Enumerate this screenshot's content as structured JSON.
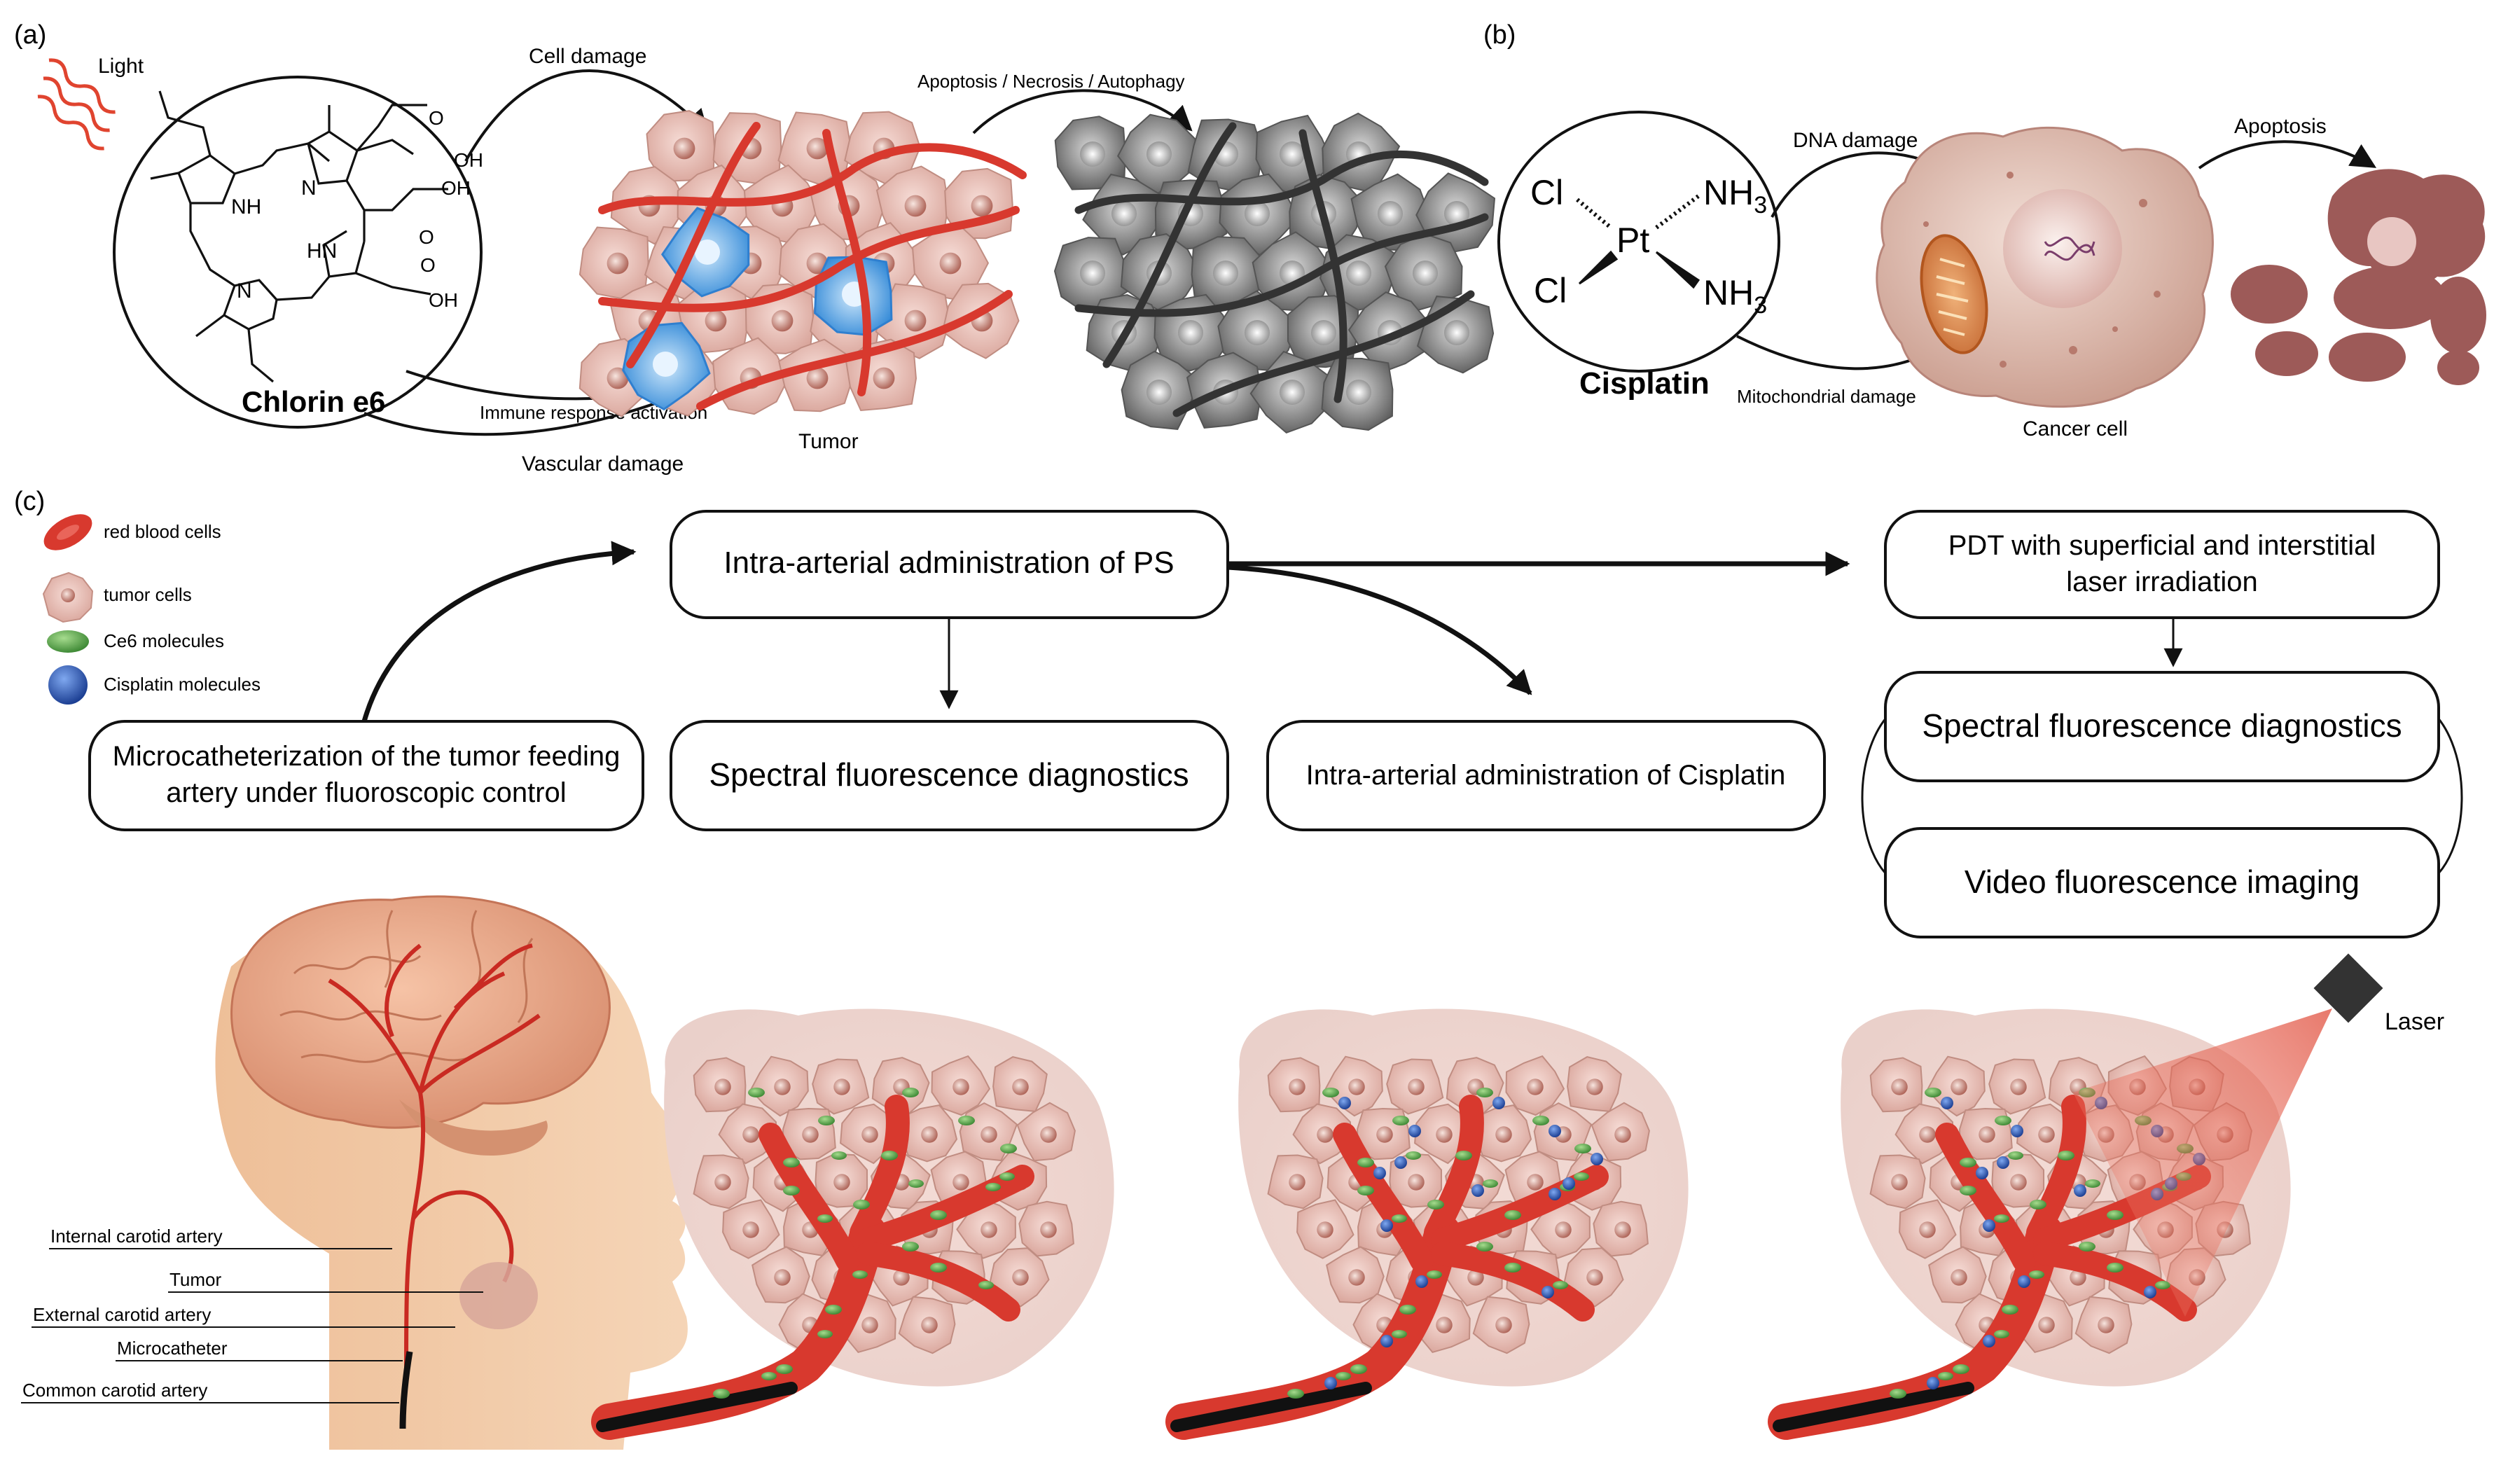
{
  "panels": {
    "a": "(a)",
    "b": "(b)",
    "c": "(c)"
  },
  "panel_a": {
    "light": "Light",
    "molecule": "Chlorin e6",
    "atoms": {
      "n1": "N",
      "nh1": "NH",
      "n2": "N",
      "hn": "HN",
      "oh1": "OH",
      "o1": "O",
      "oh2": "OH",
      "o2": "O",
      "oh3": "OH",
      "o3": "O"
    },
    "cell_damage": "Cell damage",
    "immune": "Immune response activation",
    "vascular": "Vascular damage",
    "tumor": "Tumor",
    "death": "Apoptosis / Necrosis / Autophagy"
  },
  "panel_b": {
    "molecule": "Cisplatin",
    "cl1": "Cl",
    "cl2": "Cl",
    "pt": "Pt",
    "nh3_1": "NH",
    "nh3_2": "NH",
    "sub": "3",
    "dna": "DNA damage",
    "mito": "Mitochondrial damage",
    "cancer_cell": "Cancer cell",
    "apoptosis": "Apoptosis"
  },
  "legend": [
    {
      "label": "red blood cells",
      "icon": "rbc-icon",
      "color": "#d8392e"
    },
    {
      "label": "tumor cells",
      "icon": "tumor-cell-icon",
      "color": "#e6b6ae"
    },
    {
      "label": "Ce6 molecules",
      "icon": "ce6-icon",
      "color": "#5aa84a"
    },
    {
      "label": "Cisplatin molecules",
      "icon": "cisplatin-icon",
      "color": "#2f5fb8"
    }
  ],
  "flow": {
    "micro1": "Microcatheterization of the tumor feeding",
    "micro2": "artery under fluoroscopic control",
    "ps": "Intra-arterial administration of PS",
    "sfd1": "Spectral fluorescence diagnostics",
    "cis": "Intra-arterial administration of Cisplatin",
    "pdt1": "PDT with superficial and interstitial",
    "pdt2": "laser irradiation",
    "sfd2": "Spectral fluorescence diagnostics",
    "vfi": "Video fluorescence imaging"
  },
  "anatomy": {
    "ica": "Internal carotid artery",
    "tumor": "Tumor",
    "eca": "External carotid artery",
    "micro": "Microcatheter",
    "cca": "Common carotid artery"
  },
  "laser": "Laser",
  "colors": {
    "vessel": "#d8392e",
    "tumor_cell": "#e7bdb5",
    "nucleus": "#b86f63",
    "ce6": "#5aa84a",
    "cisplatin": "#3162c0",
    "immune": "#4a9be0",
    "dead": "#777777",
    "skin": "#f0c9a4"
  }
}
